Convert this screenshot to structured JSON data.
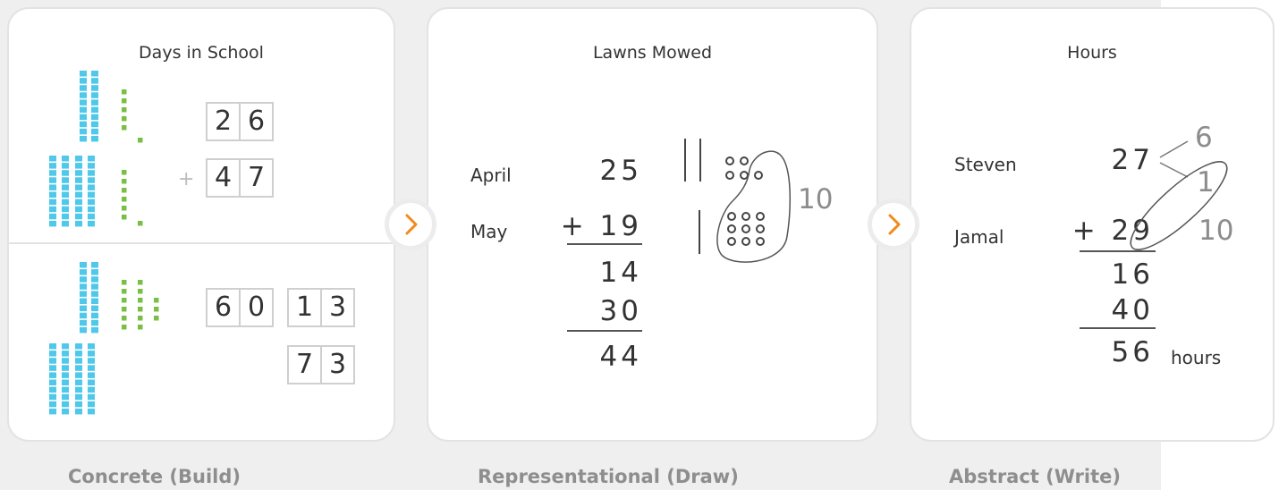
{
  "stages": [
    {
      "id": "concrete",
      "title": "Days in School",
      "footer": "Concrete (Build)",
      "box_a": [
        "2",
        "6"
      ],
      "plus": "+",
      "box_b": [
        "4",
        "7"
      ],
      "box_tens": [
        "6",
        "0"
      ],
      "box_ones": [
        "1",
        "3"
      ],
      "box_total": [
        "7",
        "3"
      ]
    },
    {
      "id": "representational",
      "title": "Lawns Mowed",
      "footer": "Representational (Draw)",
      "row1_label": "April",
      "row1_value": "25",
      "row2_label": "May",
      "row2_value": "+ 19",
      "partial_ones": "14",
      "partial_tens": "30",
      "total": "44",
      "group_label": "10"
    },
    {
      "id": "abstract",
      "title": "Hours",
      "footer": "Abstract (Write)",
      "row1_label": "Steven",
      "row1_value": "27",
      "row2_label": "Jamal",
      "row2_value": "+ 29",
      "split_top": "6",
      "split_mid": "1",
      "split_right": "10",
      "partial_ones": "16",
      "partial_tens": "40",
      "total": "56",
      "unit": "hours"
    }
  ],
  "colors": {
    "ten_rod": "#4fc8ea",
    "unit_cube": "#78c043",
    "arrow": "#f18a1b",
    "footer_text": "#8e8e8e",
    "panel_bg": "#efefef"
  },
  "icons": [
    "chevron-right-icon"
  ]
}
